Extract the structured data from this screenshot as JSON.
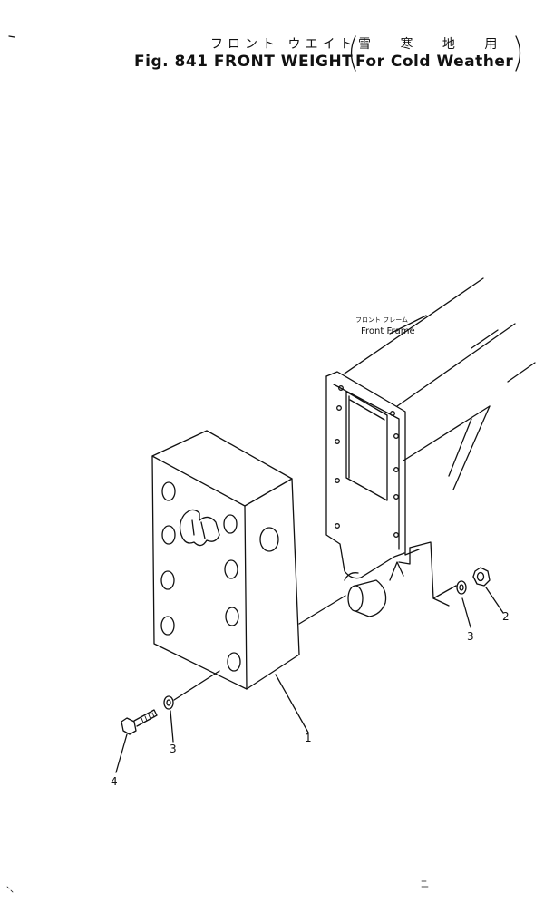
{
  "header": {
    "title_ja": "フロント ウエイト",
    "title_ja_paren": "雪 寒 地 用",
    "fig_label": "Fig. 841",
    "title_en": "FRONT WEIGHT",
    "title_en_paren": "For Cold Weather"
  },
  "labels": {
    "front_frame_ja": "フロント フレーム",
    "front_frame_en": "Front Frame"
  },
  "callouts": {
    "c1": "1",
    "c2": "2",
    "c3_right": "3",
    "c3_left": "3",
    "c4": "4"
  }
}
